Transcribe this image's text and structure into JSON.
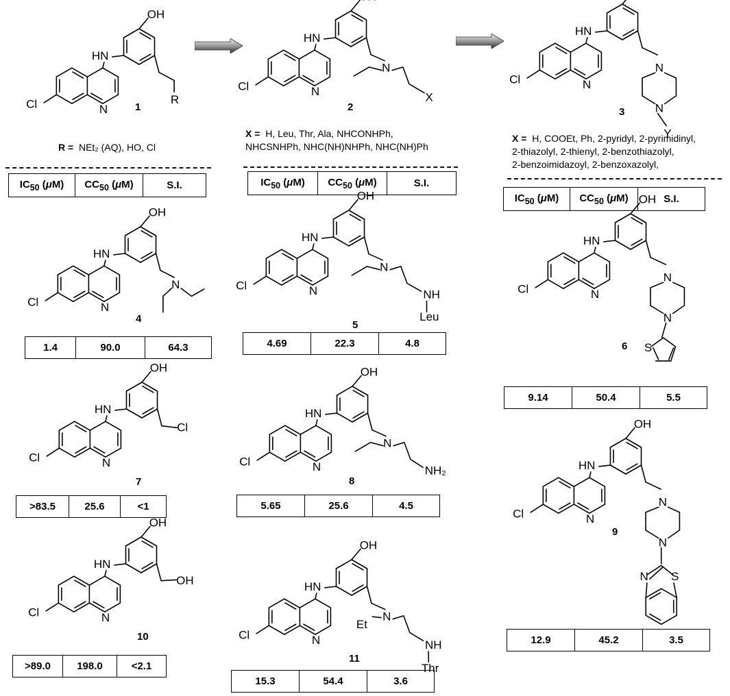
{
  "top": {
    "c1": {
      "number": "1",
      "r_prefix": "R =",
      "r_text": "NEt₂ (AQ), HO, Cl"
    },
    "c2": {
      "number": "2",
      "x_prefix": "X =",
      "x_line1": "H, Leu, Thr, Ala, NHCONHPh,",
      "x_line2": "NHCSNHPh, NHC(NH)NHPh, NHC(NH)Ph"
    },
    "c3": {
      "number": "3",
      "x_prefix": "X =",
      "x_line1": "H, COOEt, Ph, 2-pyridyl, 2-pyrimidinyl,",
      "x_line2": "2-thiazolyl, 2-thienyl, 2-benzothiazolyl,",
      "x_line3": "2-benzoimidazoyl, 2-benzoxazolyl,"
    }
  },
  "table_headers": [
    "IC50 (μM)",
    "CC50 (μM)",
    "S.I."
  ],
  "atoms": {
    "oh": "OH",
    "hn": "HN",
    "n": "N",
    "cl": "Cl",
    "r": "R",
    "x": "X",
    "y": "Y",
    "nh": "NH",
    "nh2": "NH₂",
    "leu": "Leu",
    "thr": "Thr",
    "et": "Et",
    "s": "S"
  },
  "compounds": [
    {
      "number": "4",
      "values": [
        "1.4",
        "90.0",
        "64.3"
      ]
    },
    {
      "number": "5",
      "values": [
        "4.69",
        "22.3",
        "4.8"
      ]
    },
    {
      "number": "6",
      "values": [
        "9.14",
        "50.4",
        "5.5"
      ]
    },
    {
      "number": "7",
      "values": [
        ">83.5",
        "25.6",
        "<1"
      ]
    },
    {
      "number": "8",
      "values": [
        "5.65",
        "25.6",
        "4.5"
      ]
    },
    {
      "number": "9",
      "values": [
        "12.9",
        "45.2",
        "3.5"
      ]
    },
    {
      "number": "10",
      "values": [
        ">89.0",
        "198.0",
        "<2.1"
      ]
    },
    {
      "number": "11",
      "values": [
        "15.3",
        "54.4",
        "3.6"
      ]
    }
  ],
  "colors": {
    "ink": "#000000",
    "arrow_light": "#e6e6e6",
    "arrow_dark": "#3a3a3a"
  }
}
